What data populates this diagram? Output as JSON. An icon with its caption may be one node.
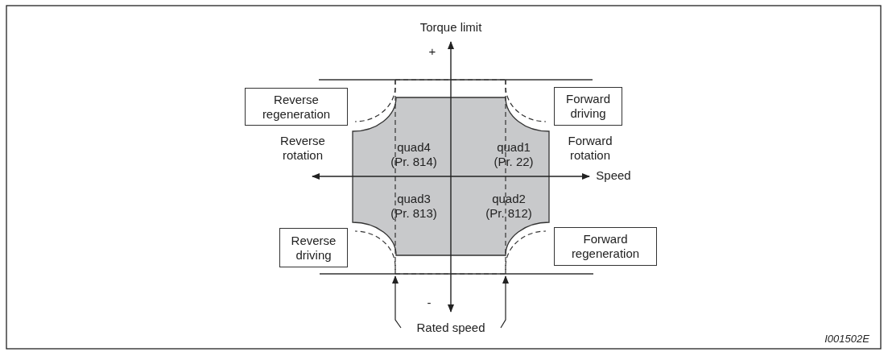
{
  "diagram": {
    "nodes": [
      {
        "text": [
          "Reverse regeneration"
        ]
      },
      {
        "text": [
          "Forward driving"
        ]
      },
      {
        "text": [
          "Reverse driving"
        ]
      },
      {
        "text": [
          "Forward regeneration"
        ]
      },
      {
        "text": [
          "Rated speed"
        ]
      }
    ],
    "edges": [
      {
        "from": 4,
        "to": null,
        "arrow": "to"
      },
      {
        "from": 4,
        "to": null,
        "arrow": "to"
      }
    ],
    "labels": [
      "Torque limit",
      "+",
      "Reverse rotation",
      "quad4 (Pr. 814)",
      "quad1 (Pr. 22)",
      "Forward rotation",
      "Speed",
      "quad3 (Pr. 813)",
      "quad2 (Pr. 812)",
      "-",
      "I001502E"
    ]
  }
}
